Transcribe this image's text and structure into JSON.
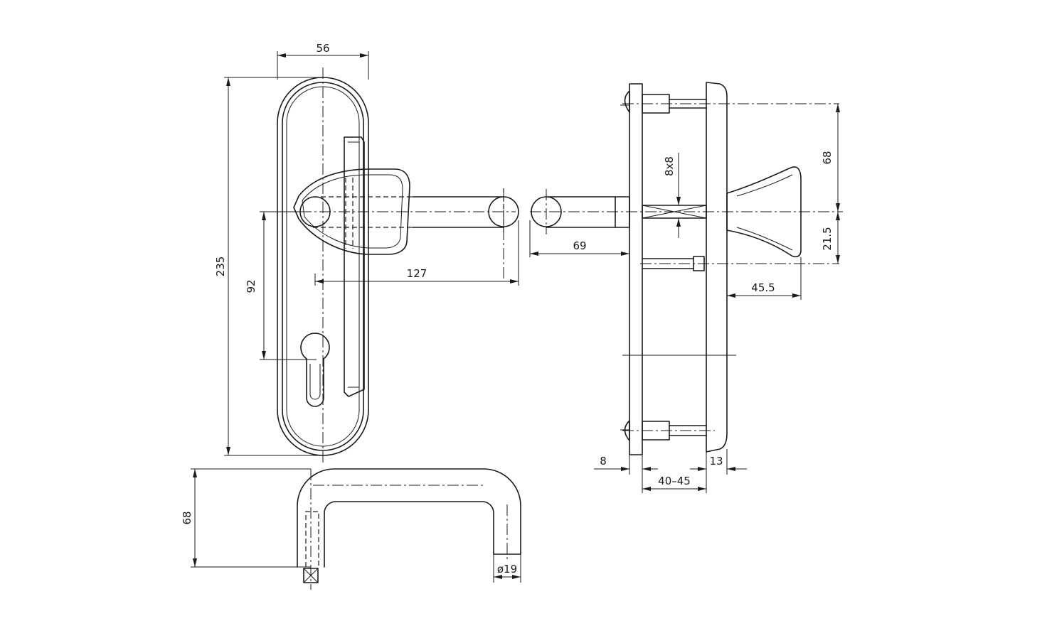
{
  "dimensions": {
    "plate_width": "56",
    "plate_height": "235",
    "hole_spacing": "92",
    "lever_length": "127",
    "spindle_square": "8x8",
    "screw_spacing": "68",
    "spindle_length": "69",
    "knob_offset": "21.5",
    "knob_projection": "45.5",
    "plate_thickness_front": "8",
    "door_thickness": "40–45",
    "plate_thickness_back": "13",
    "handle_height": "68",
    "handle_diameter": "ø19"
  }
}
